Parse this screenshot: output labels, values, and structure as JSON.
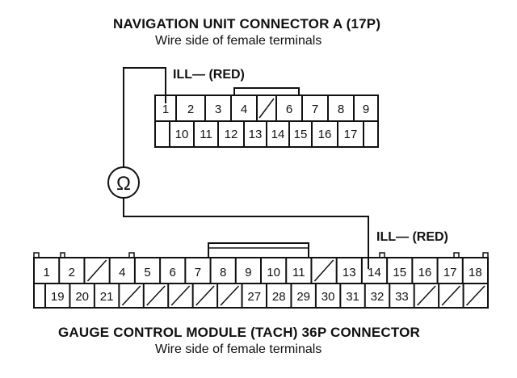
{
  "nav_connector": {
    "title": "NAVIGATION UNIT CONNECTOR A (17P)",
    "subtitle": "Wire side of female terminals",
    "wire_label": "ILL— (RED)",
    "row1": [
      "1",
      "2",
      "3",
      "4",
      "",
      "6",
      "7",
      "8",
      "9"
    ],
    "row2": [
      "",
      "10",
      "11",
      "12",
      "13",
      "14",
      "15",
      "16",
      "17",
      ""
    ]
  },
  "gauge_connector": {
    "title": "GAUGE CONTROL MODULE (TACH) 36P CONNECTOR",
    "subtitle": "Wire side of female terminals",
    "wire_label": "ILL— (RED)",
    "row1": [
      "1",
      "2",
      "",
      "4",
      "5",
      "6",
      "7",
      "8",
      "9",
      "10",
      "11",
      "",
      "13",
      "14",
      "15",
      "16",
      "17",
      "18"
    ],
    "row2": [
      "19",
      "20",
      "21",
      "",
      "",
      "",
      "",
      "",
      "27",
      "28",
      "29",
      "30",
      "31",
      "32",
      "33",
      "",
      "",
      ""
    ]
  },
  "meter": {
    "symbol": "Ω"
  },
  "colors": {
    "line": "#111111",
    "background": "#ffffff"
  }
}
